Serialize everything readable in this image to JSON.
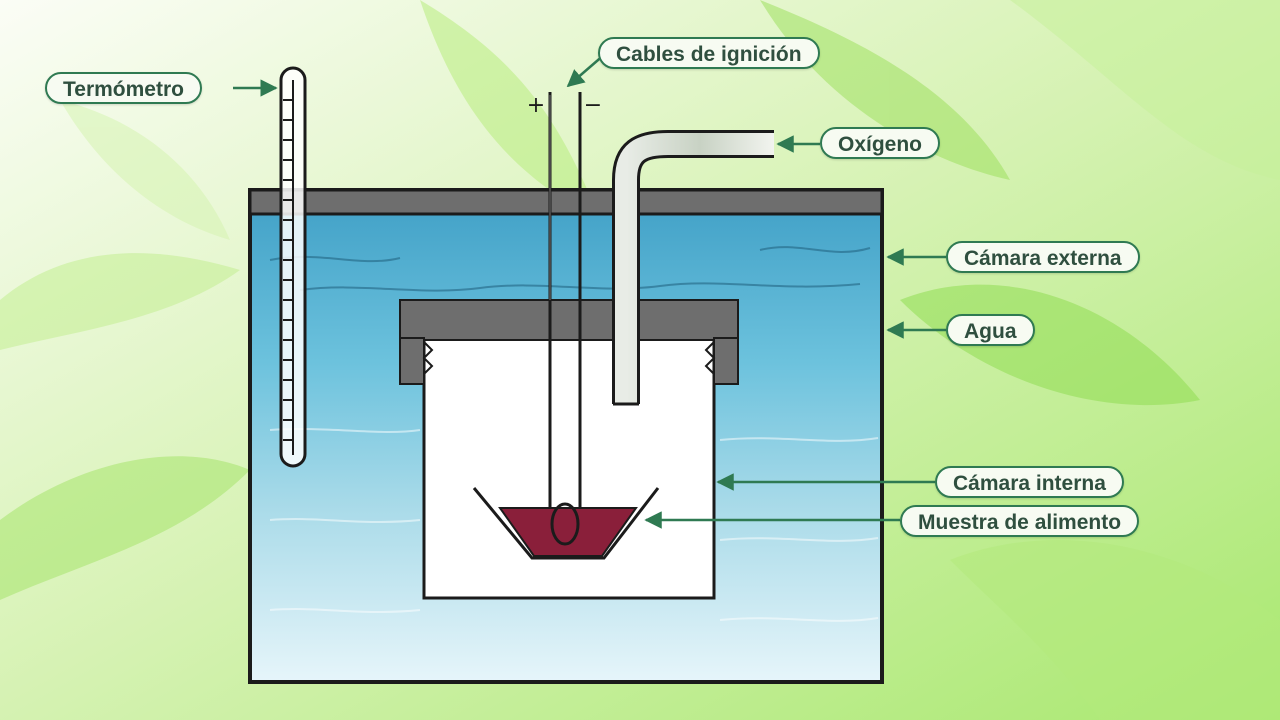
{
  "title": "",
  "labels": {
    "termometro": "Termómetro",
    "cables": "Cables de ignición",
    "oxigeno": "Oxígeno",
    "camara_externa": "Cámara externa",
    "agua": "Agua",
    "camara_interna": "Cámara interna",
    "muestra": "Muestra de alimento"
  },
  "polarity": {
    "positive": "+",
    "negative": "−"
  },
  "colors": {
    "background_light": "#f4fbe9",
    "leaf_green": "#9be35d",
    "water_blue": "#5fb8d6",
    "water_light": "#cfeaf3",
    "lid_gray": "#6e6e6e",
    "sample": "#8a1f3a",
    "label_border": "#2f7a52",
    "arrow": "#2f7a52",
    "outline": "#1b1b1b"
  },
  "icons": {
    "thermometer": "thermometer-icon",
    "crucible": "crucible-icon"
  }
}
